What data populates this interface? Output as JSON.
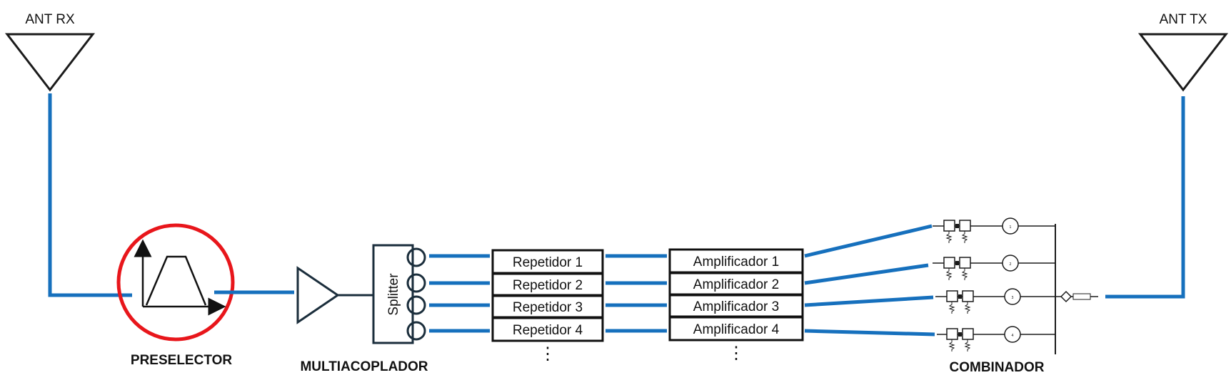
{
  "antennas": {
    "rx_label": "ANT RX",
    "tx_label": "ANT TX"
  },
  "stages": {
    "preselector": "PRESELECTOR",
    "multicoupler": "MULTIACOPLADOR",
    "combiner": "COMBINADOR"
  },
  "splitter": {
    "label": "Splitter"
  },
  "repeaters": [
    "Repetidor 1",
    "Repetidor 2",
    "Repetidor 3",
    "Repetidor 4"
  ],
  "amplifiers": [
    "Amplificador 1",
    "Amplificador 2",
    "Amplificador 3",
    "Amplificador 4"
  ],
  "continuation": "⋮",
  "combiner_channels": [
    "1",
    "2",
    "3",
    "4"
  ],
  "colors": {
    "line": "#1670bd",
    "filter_ring": "#e8161b",
    "stroke": "#1b1b1b"
  }
}
